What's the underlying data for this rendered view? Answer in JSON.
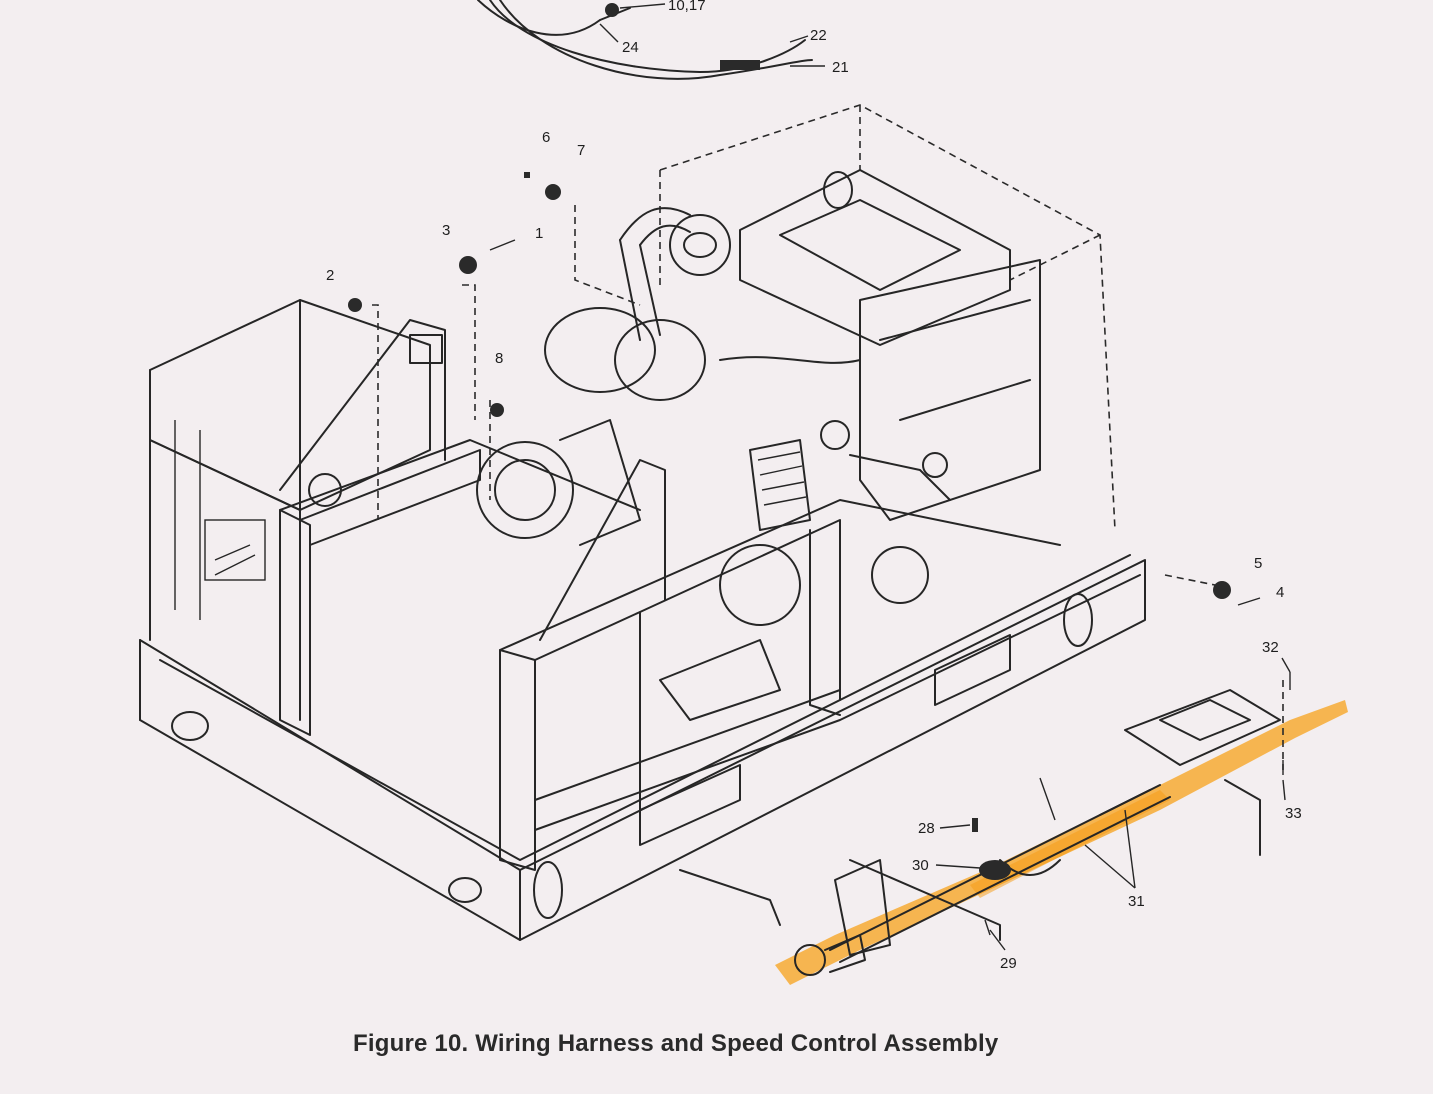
{
  "figure": {
    "caption": "Figure 10.  Wiring Harness and Speed Control Assembly",
    "highlight_color": "#f7a21b",
    "line_color": "#262626",
    "paper_color": "#f3eef0"
  },
  "callouts": [
    {
      "id": "c-10-17",
      "label": "10,17"
    },
    {
      "id": "c-24",
      "label": "24"
    },
    {
      "id": "c-22",
      "label": "22"
    },
    {
      "id": "c-21",
      "label": "21"
    },
    {
      "id": "c-6",
      "label": "6"
    },
    {
      "id": "c-7",
      "label": "7"
    },
    {
      "id": "c-3",
      "label": "3"
    },
    {
      "id": "c-1",
      "label": "1"
    },
    {
      "id": "c-2",
      "label": "2"
    },
    {
      "id": "c-8",
      "label": "8"
    },
    {
      "id": "c-5",
      "label": "5"
    },
    {
      "id": "c-4",
      "label": "4"
    },
    {
      "id": "c-32",
      "label": "32"
    },
    {
      "id": "c-33",
      "label": "33"
    },
    {
      "id": "c-28",
      "label": "28"
    },
    {
      "id": "c-30",
      "label": "30"
    },
    {
      "id": "c-31",
      "label": "31"
    },
    {
      "id": "c-29",
      "label": "29"
    }
  ]
}
